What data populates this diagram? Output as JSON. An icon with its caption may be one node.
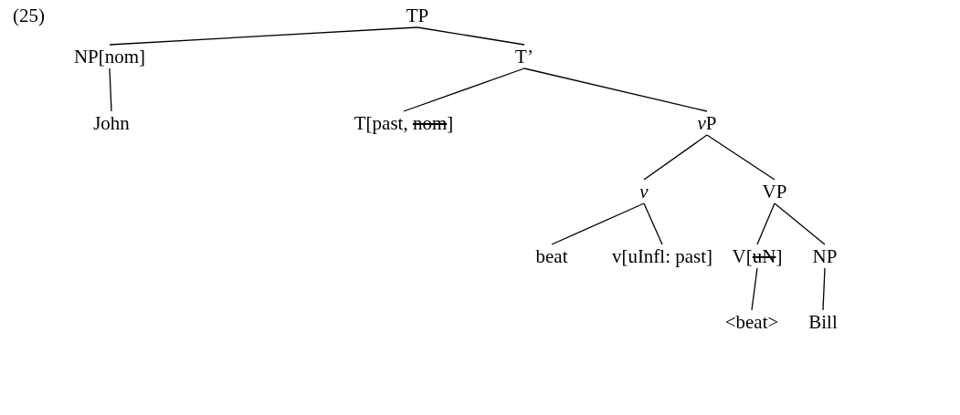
{
  "diagram": {
    "nodes": [
      {
        "text": [
          "TP"
        ]
      },
      {
        "text": [
          "NP[nom]"
        ]
      },
      {
        "text": [
          "T’"
        ]
      },
      {
        "text": [
          "John"
        ]
      },
      {
        "text": [
          "T[past, nom]"
        ]
      },
      {
        "text": [
          "vP"
        ]
      },
      {
        "text": [
          "v"
        ]
      },
      {
        "text": [
          "VP"
        ]
      },
      {
        "text": [
          "beat"
        ]
      },
      {
        "text": [
          "v[uInfl: past]"
        ]
      },
      {
        "text": [
          "V[uN]"
        ]
      },
      {
        "text": [
          "NP"
        ]
      },
      {
        "text": [
          "<beat>"
        ]
      },
      {
        "text": [
          "Bill"
        ]
      }
    ],
    "edges": [
      {
        "from": 0,
        "to": 1,
        "arrow": "none"
      },
      {
        "from": 0,
        "to": 2,
        "arrow": "none"
      },
      {
        "from": 1,
        "to": 3,
        "arrow": "none"
      },
      {
        "from": 2,
        "to": 4,
        "arrow": "none"
      },
      {
        "from": 2,
        "to": 5,
        "arrow": "none"
      },
      {
        "from": 5,
        "to": 6,
        "arrow": "none"
      },
      {
        "from": 5,
        "to": 7,
        "arrow": "none"
      },
      {
        "from": 6,
        "to": 8,
        "arrow": "none"
      },
      {
        "from": 6,
        "to": 9,
        "arrow": "none"
      },
      {
        "from": 7,
        "to": 10,
        "arrow": "none"
      },
      {
        "from": 7,
        "to": 11,
        "arrow": "none"
      },
      {
        "from": 10,
        "to": 12,
        "arrow": "none"
      },
      {
        "from": 11,
        "to": 13,
        "arrow": "none"
      }
    ],
    "labels": [
      "(25)"
    ]
  }
}
